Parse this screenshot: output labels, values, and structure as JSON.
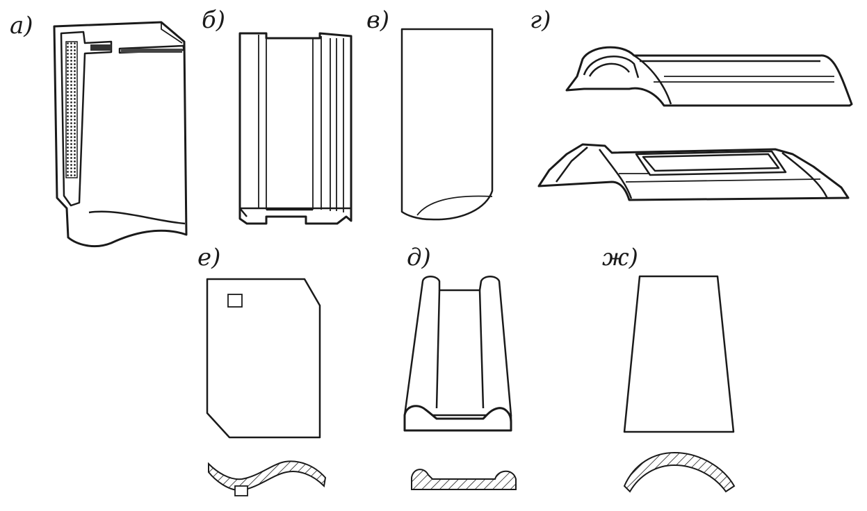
{
  "figure": {
    "labels": {
      "a": "а)",
      "b": "б)",
      "v": "в)",
      "g": "г)",
      "e": "е)",
      "d": "д)",
      "zh": "ж)"
    }
  }
}
